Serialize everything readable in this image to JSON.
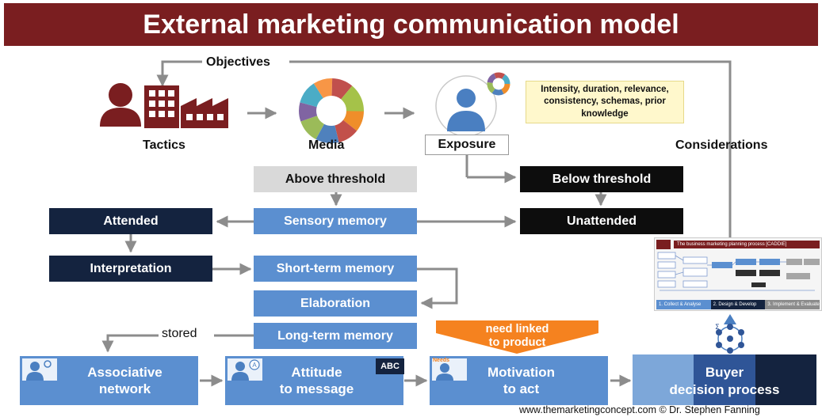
{
  "title": "External marketing communication model",
  "top": {
    "objectives": "Objectives",
    "tactics": "Tactics",
    "media": "Media",
    "exposure": "Exposure",
    "exposure_note": "Intensity, duration, relevance, consistency, schemas, prior knowledge",
    "considerations": "Considerations"
  },
  "stages": {
    "above_threshold": "Above threshold",
    "below_threshold": "Below threshold",
    "sensory_memory": "Sensory memory",
    "unattended": "Unattended",
    "attended": "Attended",
    "interpretation": "Interpretation",
    "short_term_memory": "Short-term memory",
    "elaboration": "Elaboration",
    "long_term_memory": "Long-term memory",
    "stored": "stored"
  },
  "bottom": {
    "associative_network_1": "Associative",
    "associative_network_2": "network",
    "attitude_1": "Attitude",
    "attitude_2": "to message",
    "abc_badge": "ABC",
    "motivation_1": "Motivation",
    "motivation_2": "to act",
    "needs_tag": "Needs",
    "need_linked_1": "need linked",
    "need_linked_2": "to product",
    "buyer_1": "Buyer",
    "buyer_2": "decision process"
  },
  "caddie": {
    "title": "The business marketing planning process [CADDIE]",
    "steps": [
      "1. Collect & Analyse",
      "2. Design & Develop",
      "3. Implement & Evaluate"
    ]
  },
  "credit": "www.themarketingconcept.com © Dr. Stephen Fanning",
  "colors": {
    "banner": "#7a1e20",
    "blue_box": "#5b8fd0",
    "black_box": "#0d0d0d",
    "navy_box": "#14233f",
    "grey_box": "#d9d9d9",
    "icon_red": "#7a1e20",
    "icon_blue": "#4a7fc1",
    "orange": "#f5821f",
    "arrow": "#8c8c8c"
  }
}
